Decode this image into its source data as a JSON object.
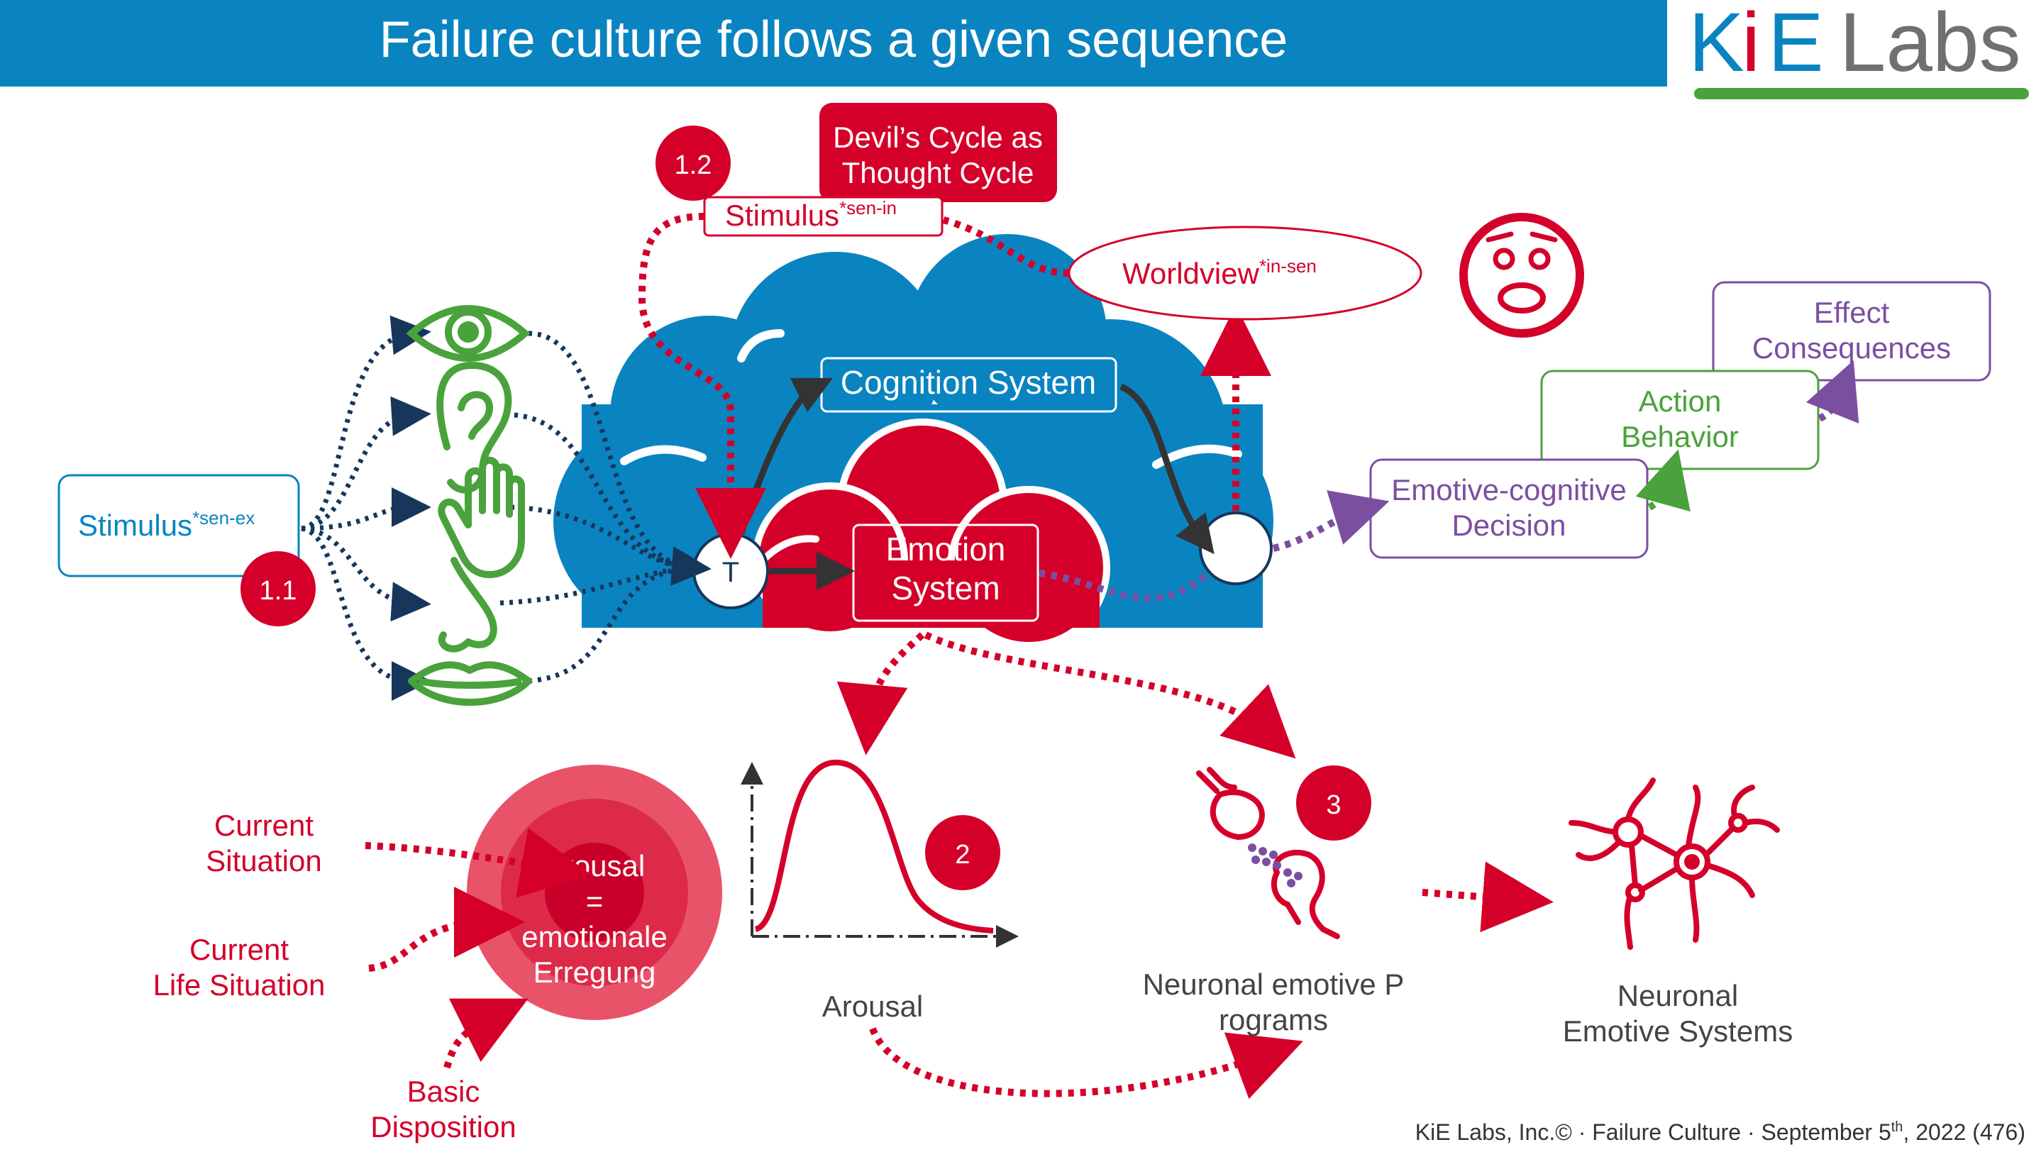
{
  "header": {
    "title": "Failure culture follows a given sequence"
  },
  "logo": {
    "text_ki_k": "K",
    "text_ki_i": "i",
    "text_e": "E",
    "text_labs": " Labs"
  },
  "diagram": {
    "stimulus_ex": "Stimulus",
    "stimulus_ex_sup": "*sen-ex",
    "badge_1_1": "1.1",
    "badge_1_2": "1.2",
    "badge_2": "2",
    "badge_3": "3",
    "devils_cycle_line1": "Devil’s Cycle as",
    "devils_cycle_line2": "Thought Cycle",
    "stimulus_in": "Stimulus",
    "stimulus_in_sup": "*sen-in",
    "worldview": "Worldview",
    "worldview_sup": "*in-sen",
    "cognition_system": "Cognition System",
    "emotion_system_line1": "Emotion",
    "emotion_system_line2": "System",
    "t_node": "T",
    "effect_line1": "Effect",
    "effect_line2": "Consequences",
    "action_line1": "Action",
    "action_line2": "Behavior",
    "decision_line1": "Emotive-cognitive",
    "decision_line2": "Decision",
    "current_situation_line1": "Current",
    "current_situation_line2": "Situation",
    "current_life_line1": "Current",
    "current_life_line2": "Life Situation",
    "basic_disposition_line1": "Basic",
    "basic_disposition_line2": "Disposition",
    "arousal_circle_line1": "Arousal",
    "arousal_circle_line2": "=",
    "arousal_circle_line3": "emotionale",
    "arousal_circle_line4": "Erregung",
    "arousal_label": "Arousal",
    "neuronal_programs_line1": "Neuronal emotive P",
    "neuronal_programs_line2": "rograms",
    "neuronal_systems_line1": "Neuronal",
    "neuronal_systems_line2": "Emotive Systems"
  },
  "footer": {
    "text_main": "KiE Labs, Inc.© · Failure Culture · September 5",
    "text_sup": "th",
    "text_end": ", 2022 (476)"
  },
  "colors": {
    "blue": "#0a84c1",
    "red": "#d4002a",
    "green": "#4aa23c",
    "purple": "#7b4fa0",
    "navy": "#16365c",
    "gray": "#5a5a5a"
  }
}
